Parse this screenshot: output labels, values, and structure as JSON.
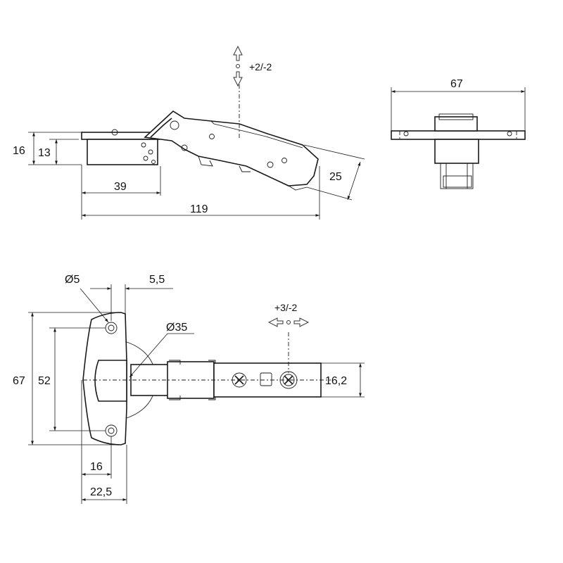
{
  "side_view": {
    "adjust_vertical": "+2/-2",
    "dim_height_outer": "16",
    "dim_height_inner": "13",
    "dim_plate_length": "39",
    "dim_total_length": "119",
    "dim_depth": "25"
  },
  "end_view": {
    "dim_width": "67"
  },
  "top_view": {
    "dim_hole": "Ø5",
    "dim_offset": "5,5",
    "dim_cup": "Ø35",
    "adjust_lateral": "+3/-2",
    "dim_height_outer": "67",
    "dim_height_inner": "52",
    "dim_arm_width": "16,2",
    "dim_16": "16",
    "dim_22_5": "22,5"
  }
}
